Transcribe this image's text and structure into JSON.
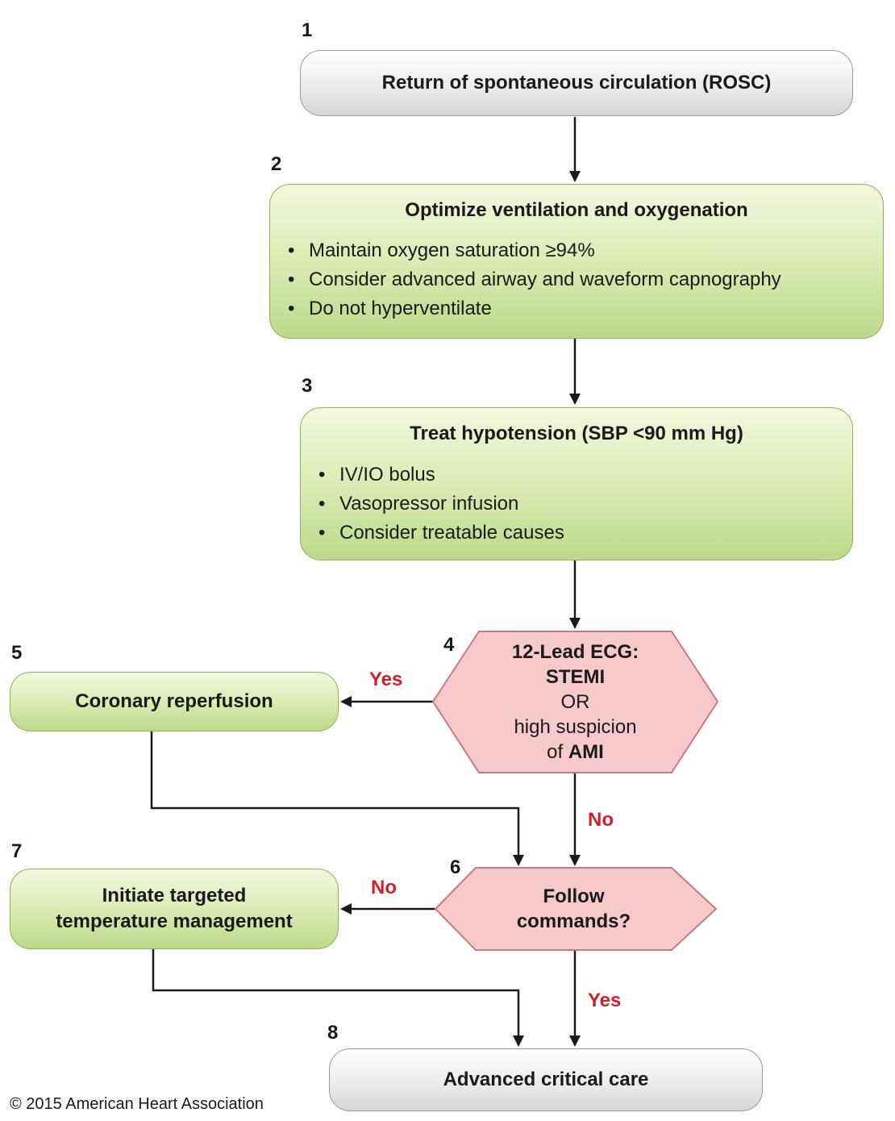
{
  "steps": {
    "s1": {
      "number": "1",
      "title": "Return of spontaneous circulation (ROSC)"
    },
    "s2": {
      "number": "2",
      "title": "Optimize ventilation and oxygenation",
      "bullets": [
        "Maintain oxygen saturation ≥94%",
        "Consider advanced airway and waveform capnography",
        "Do not hyperventilate"
      ]
    },
    "s3": {
      "number": "3",
      "title": "Treat hypotension (SBP <90 mm Hg)",
      "bullets": [
        "IV/IO bolus",
        "Vasopressor infusion",
        "Consider treatable causes"
      ]
    },
    "s4": {
      "number": "4",
      "line1": "12-Lead ECG:",
      "line2": "STEMI",
      "line3": "OR",
      "line4": "high suspicion",
      "line5_prefix": "of",
      "line5_bold": "AMI"
    },
    "s5": {
      "number": "5",
      "title": "Coronary reperfusion"
    },
    "s6": {
      "number": "6",
      "line1": "Follow",
      "line2": "commands?"
    },
    "s7": {
      "number": "7",
      "line1": "Initiate targeted",
      "line2": "temperature management"
    },
    "s8": {
      "number": "8",
      "title": "Advanced critical care"
    }
  },
  "labels": {
    "yes_reperfusion": "Yes",
    "no_ecg": "No",
    "no_commands": "No",
    "yes_commands": "Yes"
  },
  "colors": {
    "decision_fill": "#f6c9cc",
    "decision_stroke": "#c97a80",
    "label_red": "#d0202a"
  },
  "copyright": "© 2015 American Heart Association"
}
